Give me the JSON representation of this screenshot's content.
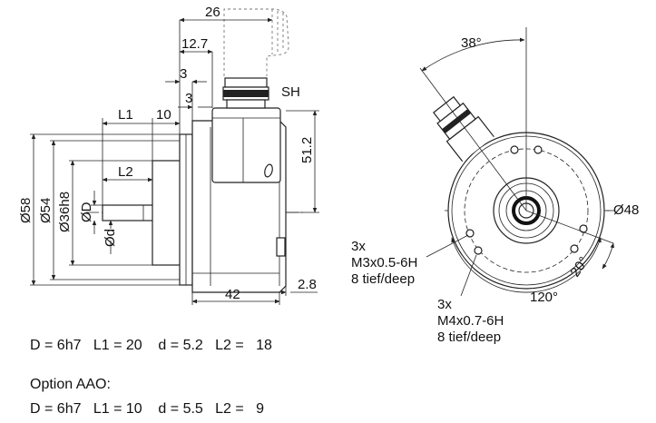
{
  "side_view": {
    "dims": {
      "d26": "26",
      "d12_7": "12.7",
      "d3a": "3",
      "d3b": "3",
      "sh": "SH",
      "l1": "L1",
      "d10": "10",
      "l2": "L2",
      "d51_2": "51.2",
      "d58": "Ø58",
      "d54": "Ø54",
      "d36h8": "Ø36h8",
      "dD": "ØD",
      "dd": "Ød",
      "d42": "42",
      "d2_8": "2.8"
    }
  },
  "front_view": {
    "dims": {
      "angle38": "38°",
      "d48": "Ø48",
      "angle120": "120°",
      "angle20": "20°"
    },
    "callout_m3": {
      "line1": "3x",
      "line2": "M3x0.5-6H",
      "line3": "8 tief/deep"
    },
    "callout_m4": {
      "line1": "3x",
      "line2": "M4x0.7-6H",
      "line3": "8 tief/deep"
    }
  },
  "specs": {
    "standard": "D = 6h7   L1 = 20    d = 5.2   L2 =   18",
    "option_title": "Option AAO:",
    "option": "D = 6h7   L1 = 10    d = 5.5   L2 =   9"
  }
}
